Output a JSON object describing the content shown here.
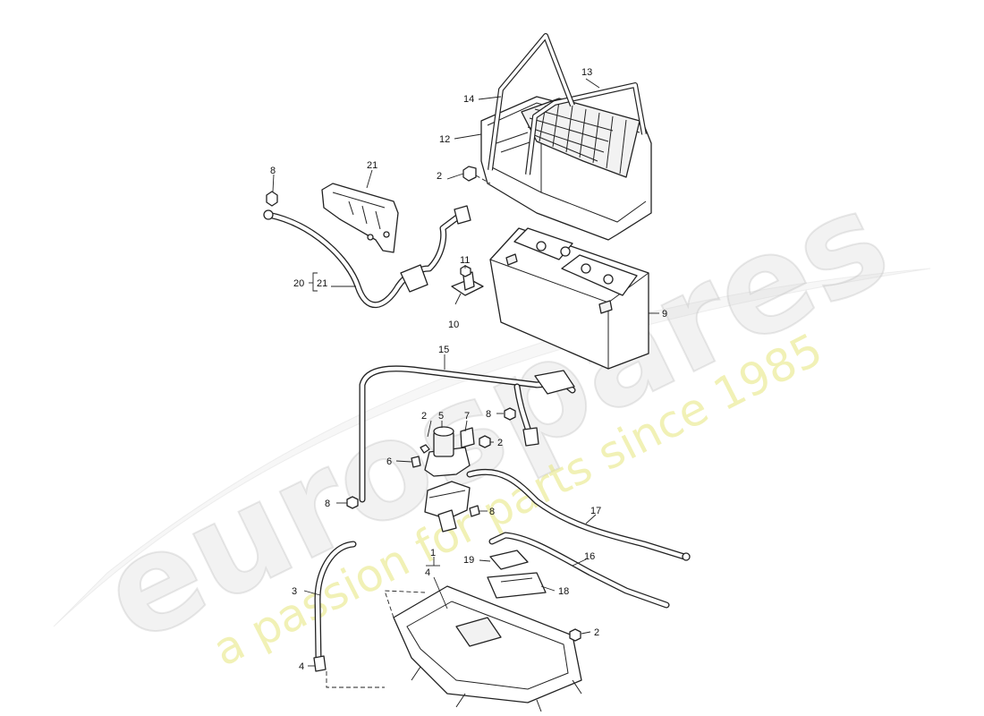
{
  "watermark": {
    "main_text": "eurospares",
    "sub_text": "a passion for parts since 1985"
  },
  "callouts": [
    {
      "id": "c1",
      "text": "1"
    },
    {
      "id": "c2a",
      "text": "2"
    },
    {
      "id": "c2b",
      "text": "2"
    },
    {
      "id": "c2c",
      "text": "2"
    },
    {
      "id": "c2d",
      "text": "2"
    },
    {
      "id": "c3",
      "text": "3"
    },
    {
      "id": "c4a",
      "text": "4"
    },
    {
      "id": "c4b",
      "text": "4"
    },
    {
      "id": "c5",
      "text": "5"
    },
    {
      "id": "c6",
      "text": "6"
    },
    {
      "id": "c7",
      "text": "7"
    },
    {
      "id": "c8a",
      "text": "8"
    },
    {
      "id": "c8b",
      "text": "8"
    },
    {
      "id": "c8c",
      "text": "8"
    },
    {
      "id": "c8d",
      "text": "8"
    },
    {
      "id": "c9",
      "text": "9"
    },
    {
      "id": "c10",
      "text": "10"
    },
    {
      "id": "c11",
      "text": "11"
    },
    {
      "id": "c12",
      "text": "12"
    },
    {
      "id": "c13",
      "text": "13"
    },
    {
      "id": "c14",
      "text": "14"
    },
    {
      "id": "c15",
      "text": "15"
    },
    {
      "id": "c16",
      "text": "16"
    },
    {
      "id": "c17",
      "text": "17"
    },
    {
      "id": "c18",
      "text": "18"
    },
    {
      "id": "c19",
      "text": "19"
    },
    {
      "id": "c20",
      "text": "20"
    },
    {
      "id": "c21a",
      "text": "21"
    },
    {
      "id": "c21b",
      "text": "21"
    }
  ]
}
